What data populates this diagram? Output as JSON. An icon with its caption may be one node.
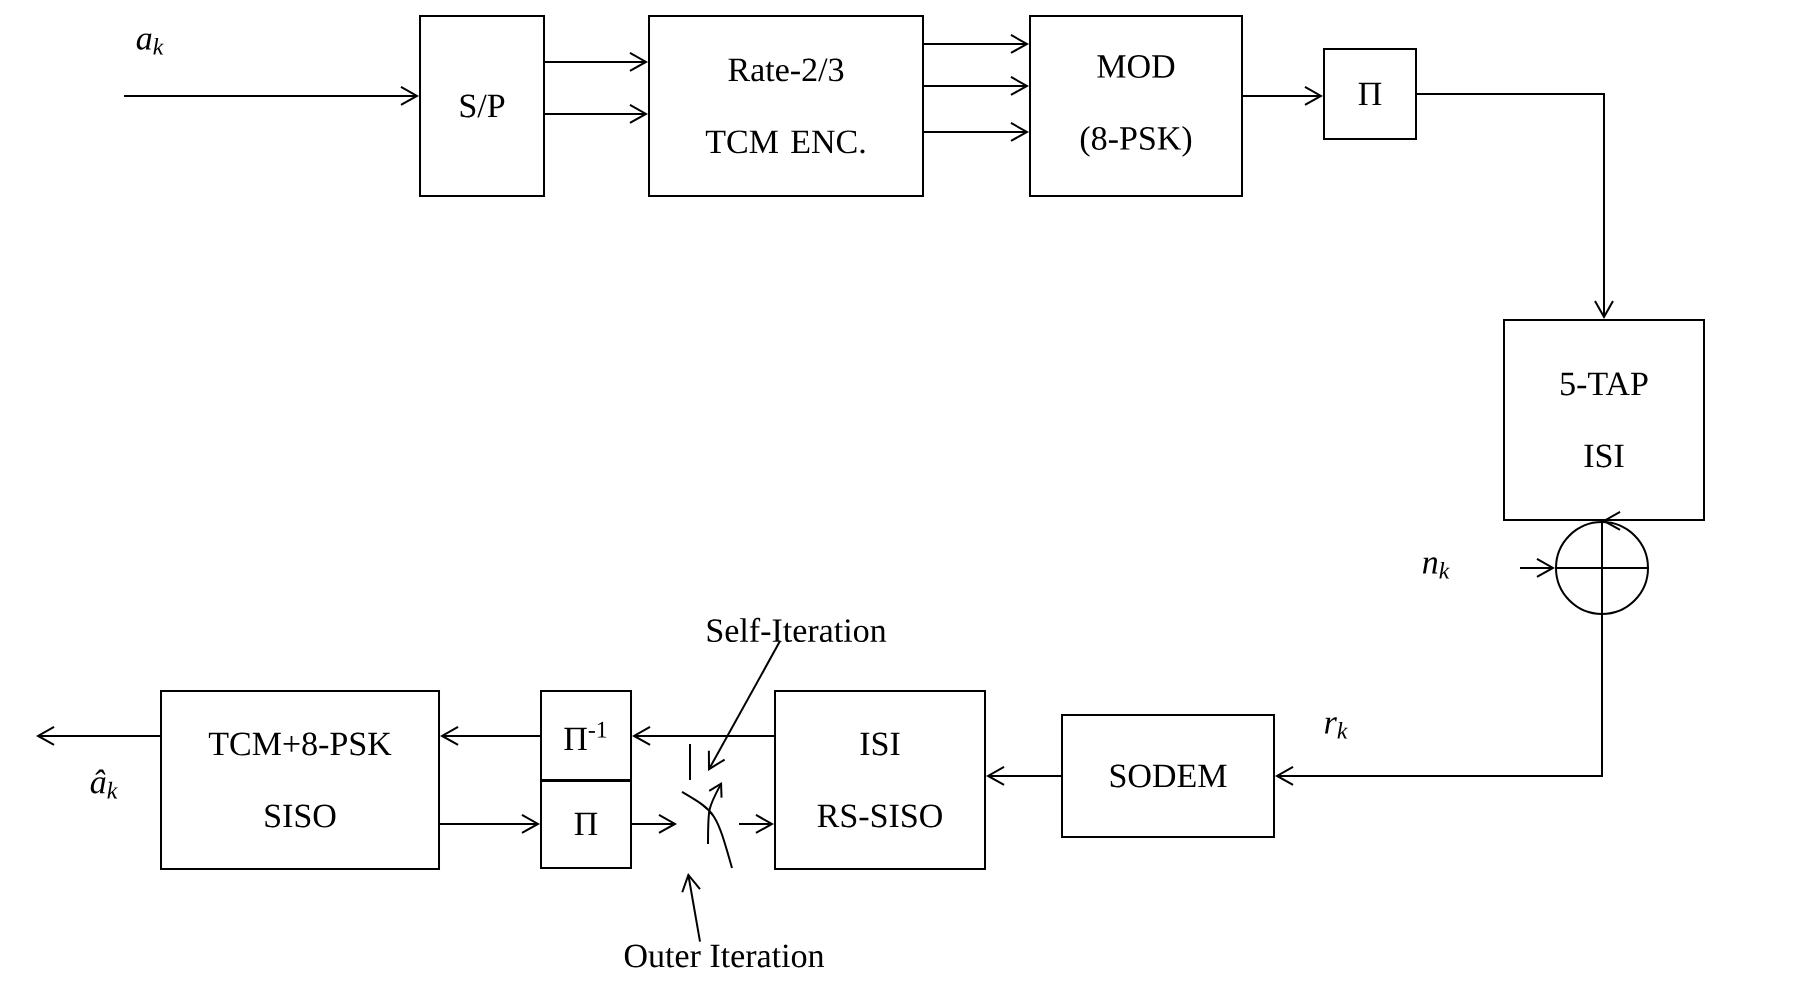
{
  "diagram": {
    "nodes": [
      {
        "text": [
          "S/P"
        ]
      },
      {
        "text": [
          "Rate-2/3 TCM ENC."
        ]
      },
      {
        "text": [
          "MOD (8-PSK)"
        ]
      },
      {
        "text": [
          "Π"
        ]
      },
      {
        "text": [
          "5-TAP ISI"
        ]
      },
      {
        "text": [],
        "shape": "circle"
      },
      {
        "text": [
          "SODEM"
        ]
      },
      {
        "text": [
          "ISI RS-SISO"
        ]
      },
      {
        "text": [
          "Π$^{-1}$"
        ]
      },
      {
        "text": [
          "Π"
        ]
      },
      {
        "text": [
          "TCM+8-PSK SISO"
        ]
      },
      {
        "text": [
          "Self-Iteration"
        ]
      },
      {
        "text": [
          "Outer Iteration"
        ]
      },
      {
        "text": [],
        "shape": "picture"
      }
    ],
    "edges": [
      {
        "from": null,
        "to": 0,
        "arrow": "to",
        "label": "a$_{k}$"
      },
      {
        "from": 0,
        "to": 1,
        "arrow": "to"
      },
      {
        "from": 0,
        "to": 1,
        "arrow": "to"
      },
      {
        "from": 1,
        "to": 2,
        "arrow": "to"
      },
      {
        "from": 1,
        "to": 2,
        "arrow": "to"
      },
      {
        "from": 1,
        "to": 2,
        "arrow": "to"
      },
      {
        "from": 2,
        "to": 3,
        "arrow": "to"
      },
      {
        "from": 3,
        "to": 4,
        "arrow": "to"
      },
      {
        "from": 4,
        "to": 5,
        "arrow": "to"
      },
      {
        "from": null,
        "to": 5,
        "arrow": "to",
        "label": "n$_{k}$"
      },
      {
        "from": 5,
        "to": 6,
        "arrow": "to",
        "label": "r$_{k}$"
      },
      {
        "from": 6,
        "to": 7,
        "arrow": "to"
      },
      {
        "from": 7,
        "to": 8,
        "arrow": "to"
      },
      {
        "from": 8,
        "to": 10,
        "arrow": "to"
      },
      {
        "from": 10,
        "to": 9,
        "arrow": "to"
      },
      {
        "from": 9,
        "to": 13,
        "arrow": "to"
      },
      {
        "from": 10,
        "to": null,
        "arrow": "to",
        "label": "â$_{k}$"
      },
      {
        "from": 11,
        "to": 13,
        "arrow": "to"
      },
      {
        "from": 12,
        "to": 13,
        "arrow": "to"
      },
      {
        "from": 13,
        "to": 7,
        "arrow": "to"
      }
    ]
  }
}
